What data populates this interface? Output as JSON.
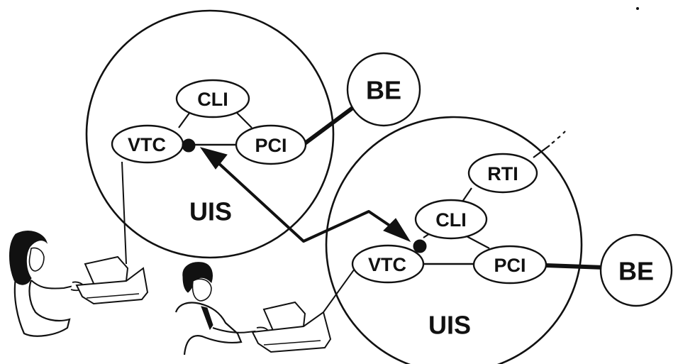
{
  "left_system": {
    "domain_label": "UIS",
    "nodes": {
      "cli": "CLI",
      "vtc": "VTC",
      "pci": "PCI"
    },
    "backend": "BE"
  },
  "right_system": {
    "domain_label": "UIS",
    "nodes": {
      "rti": "RTI",
      "cli": "CLI",
      "vtc": "VTC",
      "pci": "PCI"
    },
    "backend": "BE"
  },
  "people": [
    {
      "icon": "woman-at-terminal-icon"
    },
    {
      "icon": "man-at-terminal-icon"
    }
  ],
  "connection": {
    "icon": "bidirectional-arrow-icon"
  }
}
